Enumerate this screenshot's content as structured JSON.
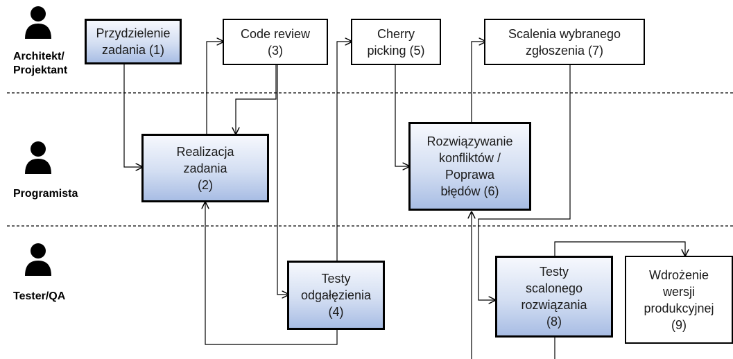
{
  "lanes": [
    {
      "label": "Architekt/\nProjektant"
    },
    {
      "label": "Programista"
    },
    {
      "label": "Tester/QA"
    }
  ],
  "steps": {
    "s1": "Przydzielenie\nzadania (1)",
    "s2": "Realizacja\nzadania\n(2)",
    "s3": "Code review\n(3)",
    "s4": "Testy\nodgałęzienia\n(4)",
    "s5": "Cherry\npicking (5)",
    "s6": "Rozwiązywanie\nkonfliktów /\nPoprawa\nbłędów (6)",
    "s7": "Scalenia wybranego\nzgłoszenia (7)",
    "s8": "Testy\nscalonego\nrozwiązania\n(8)",
    "s9": "Wdrożenie\nwersji\nprodukcyjnej\n(9)"
  },
  "colors": {
    "highlight_fill": "#b8c9ea",
    "plain_fill": "#ffffff",
    "line": "#000000"
  },
  "icons": [
    "user-icon",
    "user-icon",
    "user-icon"
  ]
}
